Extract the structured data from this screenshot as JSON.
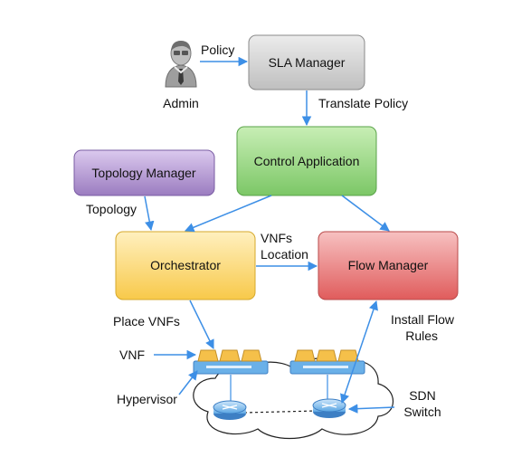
{
  "diagram": {
    "nodes": {
      "admin": {
        "label": "Admin"
      },
      "sla_manager": {
        "label": "SLA Manager"
      },
      "control_application": {
        "label": "Control Application"
      },
      "topology_manager": {
        "label": "Topology Manager"
      },
      "orchestrator": {
        "label": "Orchestrator"
      },
      "flow_manager": {
        "label": "Flow Manager"
      }
    },
    "edge_labels": {
      "policy": "Policy",
      "translate_policy": "Translate Policy",
      "topology": "Topology",
      "vnfs_location_1": "VNFs",
      "vnfs_location_2": "Location",
      "place_vnfs": "Place VNFs",
      "install_flow_rules_1": "Install Flow",
      "install_flow_rules_2": "Rules"
    },
    "callouts": {
      "vnf": "VNF",
      "hypervisor": "Hypervisor",
      "sdn_switch_1": "SDN",
      "sdn_switch_2": "Switch"
    },
    "colors": {
      "arrow": "#3d8fe6",
      "sla_fill": "#cfcfcf",
      "control_fill": "#8fd27a",
      "topology_fill": "#a98bc9",
      "orchestrator_fill": "#fcd36a",
      "flow_fill": "#e86a6a",
      "vnf_fill": "#f5c04a",
      "hypervisor_fill": "#6ab0e8"
    }
  }
}
